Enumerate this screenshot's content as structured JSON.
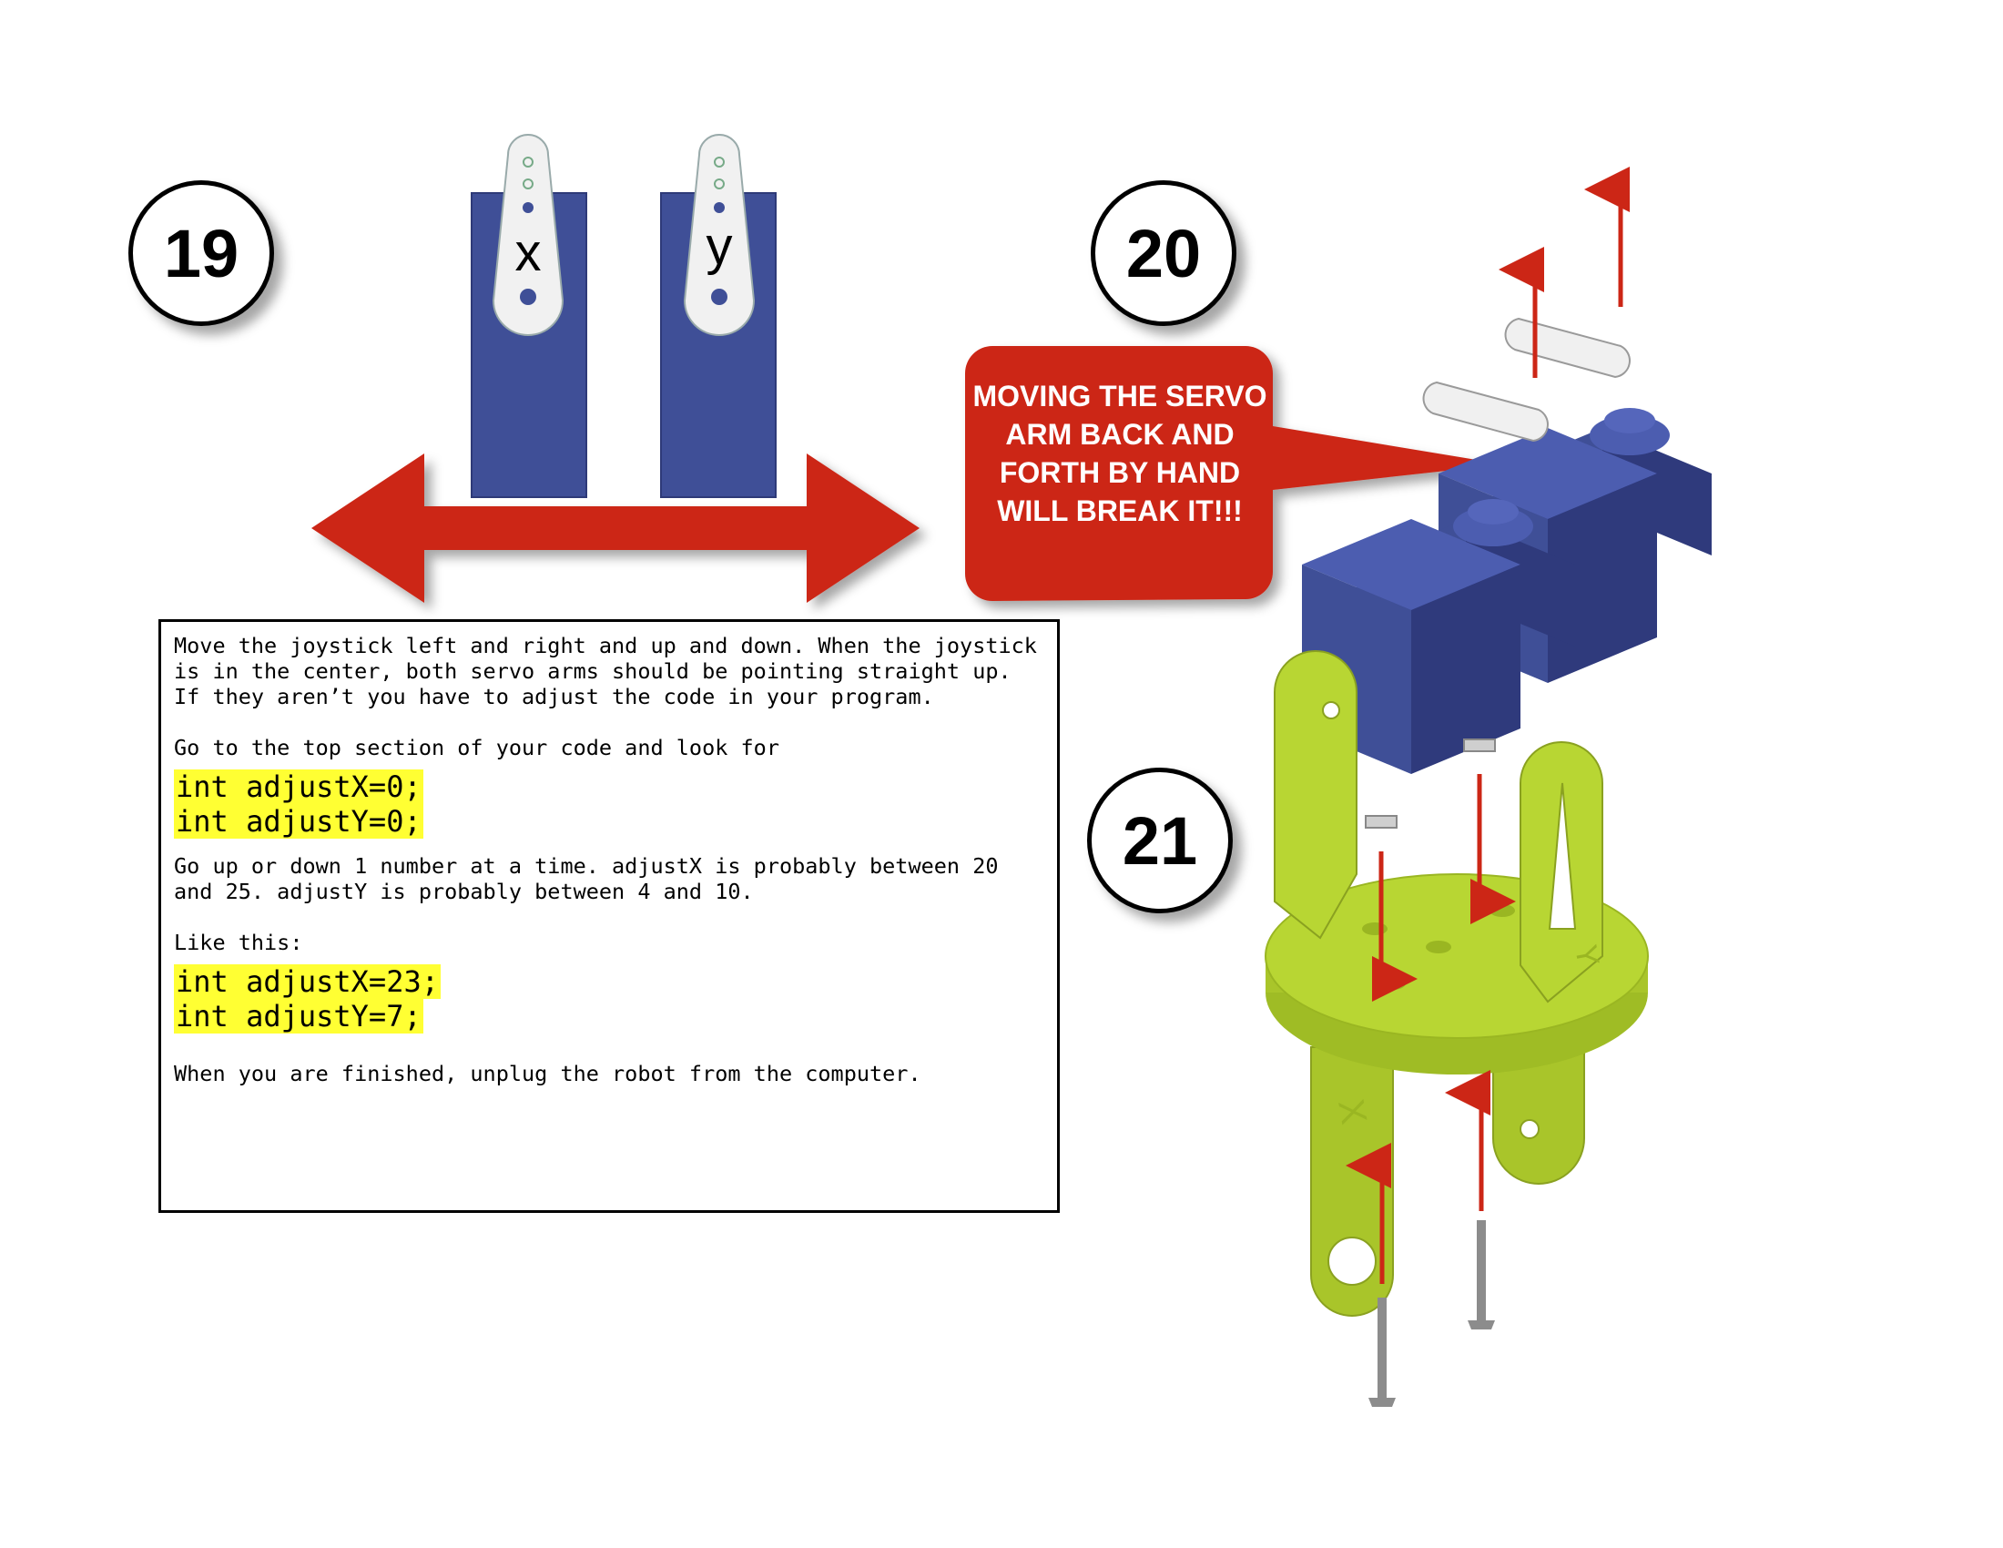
{
  "steps": {
    "s19": "19",
    "s20": "20",
    "s21": "21"
  },
  "servo_labels": {
    "x": "x",
    "y": "y"
  },
  "part_letters": {
    "x": "X",
    "y": "Y"
  },
  "warning": "MOVING THE SERVO ARM BACK AND FORTH BY HAND WILL BREAK IT!!!",
  "instructions": {
    "p1": "Move the joystick left and right and up and down. When the joystick is in the center, both servo arms should be pointing straight up. If they aren’t you have to adjust the code in your program.",
    "p2": "Go to the top section of your code and look for",
    "code1_line1": "int adjustX=0;",
    "code1_line2": "int adjustY=0;",
    "p3": "Go up or down 1 number at a time. adjustX is probably between 20 and 25. adjustY is probably between 4 and 10.",
    "p4": "Like this:",
    "code2_line1": "int adjustX=23;",
    "code2_line2": "int adjustY=7;",
    "p5": "When you are finished, unplug the robot from the computer."
  },
  "colors": {
    "servo_blue": "#3f4f97",
    "arrow_red": "#cc2616",
    "part_green": "#b8d633",
    "highlight": "#ffff33"
  }
}
